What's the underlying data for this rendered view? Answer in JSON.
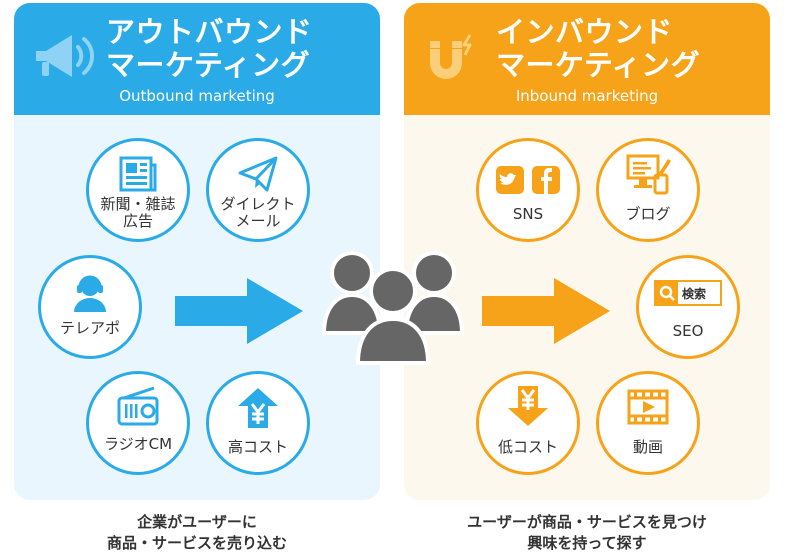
{
  "outbound": {
    "title_line1": "アウトバウンド",
    "title_line2": "マーケティング",
    "subtitle": "Outbound marketing",
    "items": [
      {
        "label_line1": "新聞・雑誌",
        "label_line2": "広告",
        "icon": "newspaper-icon"
      },
      {
        "label_line1": "ダイレクト",
        "label_line2": "メール",
        "icon": "paper-plane-icon"
      },
      {
        "label_line1": "テレアポ",
        "icon": "headset-operator-icon"
      },
      {
        "label_line1": "ラジオCM",
        "icon": "radio-icon"
      },
      {
        "label_line1": "高コスト",
        "icon": "yen-up-arrow-icon"
      }
    ],
    "caption_line1": "企業がユーザーに",
    "caption_line2": "商品・サービスを売り込む",
    "color": "#2aabe8"
  },
  "inbound": {
    "title_line1": "インバウンド",
    "title_line2": "マーケティング",
    "subtitle": "Inbound marketing",
    "items": [
      {
        "label_line1": "SNS",
        "icon": "social-media-icon"
      },
      {
        "label_line1": "ブログ",
        "icon": "blog-monitor-icon"
      },
      {
        "label_line1": "SEO",
        "search_box_text": "検索",
        "icon": "search-icon"
      },
      {
        "label_line1": "低コスト",
        "icon": "yen-down-arrow-icon"
      },
      {
        "label_line1": "動画",
        "icon": "video-film-icon"
      }
    ],
    "caption_line1": "ユーザーが商品・サービスを見つけ",
    "caption_line2": "興味を持って探す",
    "color": "#f6a319"
  },
  "center_icon": "users-group-icon"
}
